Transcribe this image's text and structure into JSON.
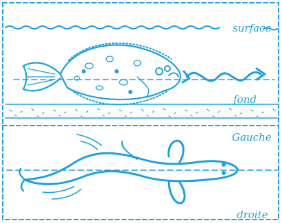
{
  "labels": {
    "surface": "surface",
    "fond": "fond",
    "gauche": "Gauche",
    "droite": "droite"
  },
  "colors": {
    "ink": "#1fa0dc",
    "background": "#ffffff"
  },
  "panels": {
    "top": "side-view",
    "bottom": "top-view"
  }
}
